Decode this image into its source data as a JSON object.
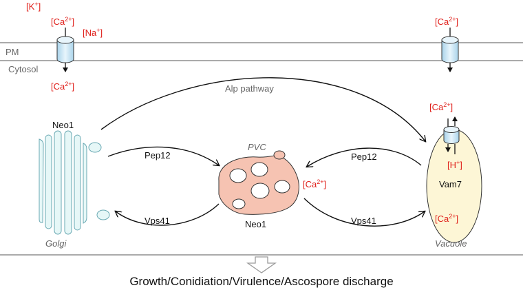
{
  "membrane": {
    "pm_label": "PM",
    "cytosol_label": "Cytosol"
  },
  "ions": {
    "k_outside": "[K",
    "k_sup": "+",
    "ca_outside_left": "[Ca",
    "ca_outside_left_sup": "2+",
    "na_outside": "[Na",
    "na_sup": "+",
    "ca_inside_left": "[Ca",
    "ca_inside_left_sup": "2+",
    "ca_outside_right": "[Ca",
    "ca_outside_right_sup": "2+",
    "close": "]"
  },
  "pathways": {
    "alp": "Alp pathway",
    "pep12_left": "Pep12",
    "vps41_left": "Vps41",
    "pep12_right": "Pep12",
    "vps41_right": "Vps41"
  },
  "golgi": {
    "protein": "Neo1",
    "label": "Golgi"
  },
  "pvc": {
    "label": "PVC",
    "protein": "Neo1",
    "ca": "[Ca",
    "ca_sup": "2+",
    "close": "]"
  },
  "vacuole": {
    "label": "Vacuole",
    "protein": "Vam7",
    "ca_top": "[Ca",
    "ca_top_sup": "2+",
    "h": "[H",
    "h_sup": "+",
    "ca_inside": "[Ca",
    "ca_inside_sup": "2+",
    "close": "]"
  },
  "outcome": {
    "text": "Growth/Conidiation/Virulence/Ascospore discharge"
  },
  "colors": {
    "ion_red": "#e0201b",
    "golgi_fill": "#e6f7f7",
    "golgi_stroke": "#6aa9b3",
    "pvc_fill": "#f6c3b2",
    "vacuole_fill": "#fdf6d6",
    "channel_fill": "#cde8f7"
  }
}
